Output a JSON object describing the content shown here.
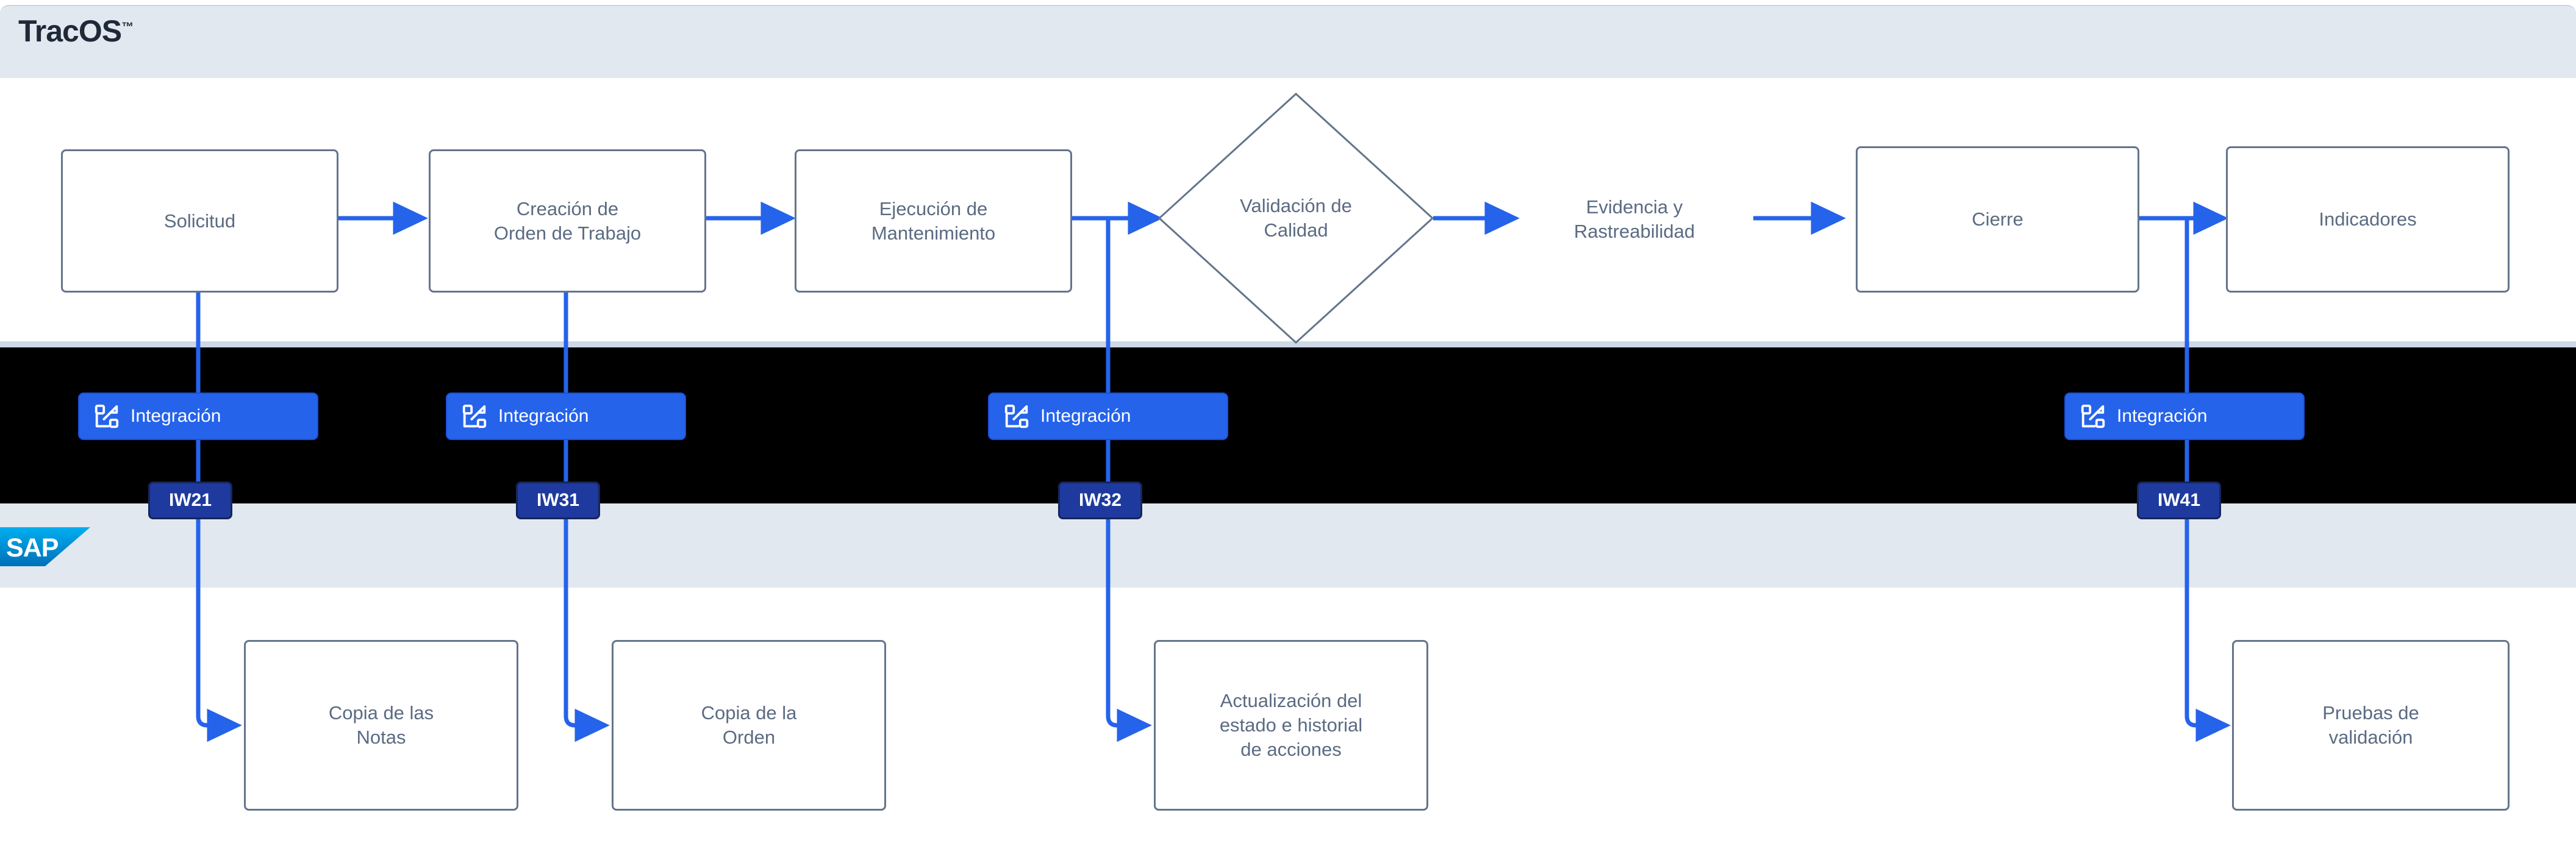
{
  "brand": {
    "name": "TracOS",
    "tm": "™"
  },
  "systems": {
    "sap_label": "SAP"
  },
  "diagram": {
    "type": "flowchart",
    "process_row": [
      {
        "id": "solicitud",
        "shape": "box",
        "label": "Solicitud"
      },
      {
        "id": "creacion-orden",
        "shape": "box",
        "label": "Creación de\nOrden de Trabajo"
      },
      {
        "id": "ejecucion-mantenimiento",
        "shape": "box",
        "label": "Ejecución de\nMantenimiento"
      },
      {
        "id": "validacion-calidad",
        "shape": "diamond",
        "label": "Validación de\nCalidad"
      },
      {
        "id": "evidencia-rastreabilidad",
        "shape": "text",
        "label": "Evidencia y\nRastreabilidad"
      },
      {
        "id": "cierre",
        "shape": "box",
        "label": "Cierre"
      },
      {
        "id": "indicadores",
        "shape": "box",
        "label": "Indicadores"
      }
    ],
    "integrations": [
      {
        "id": "integracion-1",
        "label": "Integración",
        "icon": "integration-icon",
        "tcode": "IW21"
      },
      {
        "id": "integracion-2",
        "label": "Integración",
        "icon": "integration-icon",
        "tcode": "IW31"
      },
      {
        "id": "integracion-3",
        "label": "Integración",
        "icon": "integration-icon",
        "tcode": "IW32"
      },
      {
        "id": "integracion-4",
        "label": "Integración",
        "icon": "integration-icon",
        "tcode": "IW41"
      }
    ],
    "sap_outputs": [
      {
        "id": "copia-notas",
        "label": "Copia de las\nNotas"
      },
      {
        "id": "copia-orden",
        "label": "Copia de la\nOrden"
      },
      {
        "id": "actualizacion-estado",
        "label": "Actualización del\nestado e historial\nde acciones"
      },
      {
        "id": "pruebas-validacion",
        "label": "Pruebas de\nvalidación"
      }
    ],
    "colors": {
      "header_band": "#e2e8f0",
      "integration_band": "#000000",
      "sap_band": "#e2e8f0",
      "node_border": "#64748b",
      "node_text": "#5b6b82",
      "connector": "#2563eb",
      "pill_bg": "#2563eb",
      "tcode_bg": "#1e3a9e",
      "tcode_border": "#17255a",
      "brand_text": "#1f2937",
      "sap_logo_from": "#00aeef",
      "sap_logo_to": "#0070ba"
    }
  }
}
